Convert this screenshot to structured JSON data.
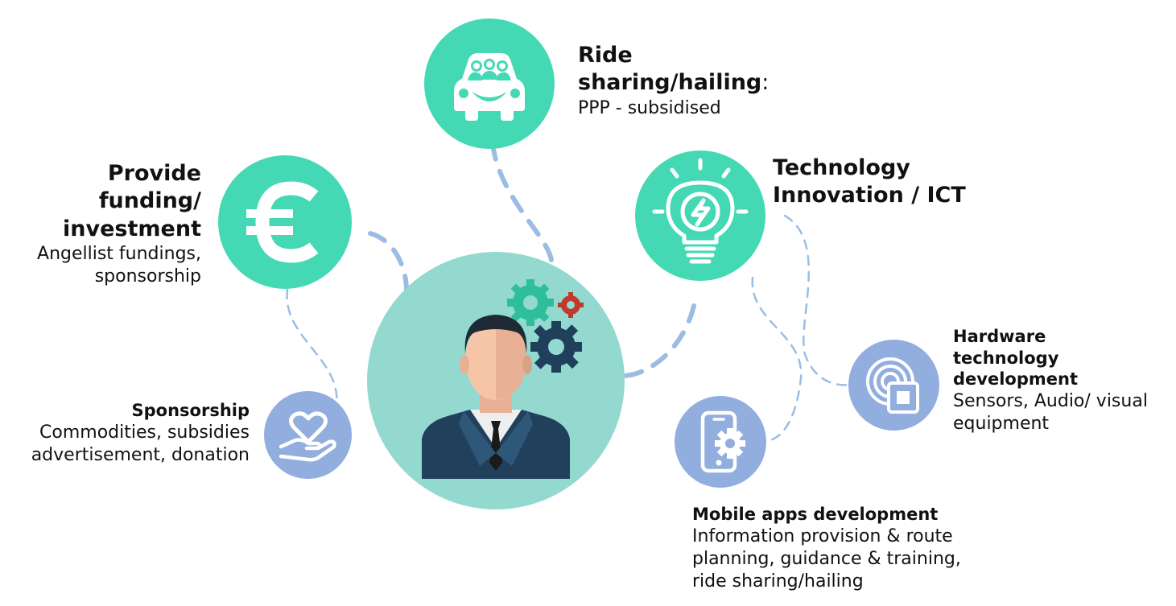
{
  "colors": {
    "green": "#45d8b5",
    "blue": "#92aedf",
    "center": "#93d9d0",
    "connector": "#9bbde4",
    "text": "#111111"
  },
  "ride": {
    "title": "Ride sharing/hailing",
    "colon": ":",
    "desc": "PPP - subsidised",
    "icon": "car-sharing-icon"
  },
  "funding": {
    "title": "Provide funding/ investment",
    "desc": "Angellist fundings, sponsorship",
    "icon": "euro-icon"
  },
  "tech": {
    "title": "Technology Innovation / ICT",
    "icon": "lightbulb-icon"
  },
  "sponsorship": {
    "title": "Sponsorship",
    "desc": "Commodities, subsidies advertisement, donation",
    "icon": "heart-hand-icon"
  },
  "hardware": {
    "title": "Hardware technology development",
    "desc": "Sensors, Audio/ visual equipment",
    "icon": "sensor-icon"
  },
  "mobile": {
    "title": "Mobile apps development",
    "desc": "Information provision & route planning, guidance & training, ride sharing/hailing",
    "icon": "mobile-gear-icon"
  },
  "center": {
    "icon": "businessman-gears-icon"
  }
}
